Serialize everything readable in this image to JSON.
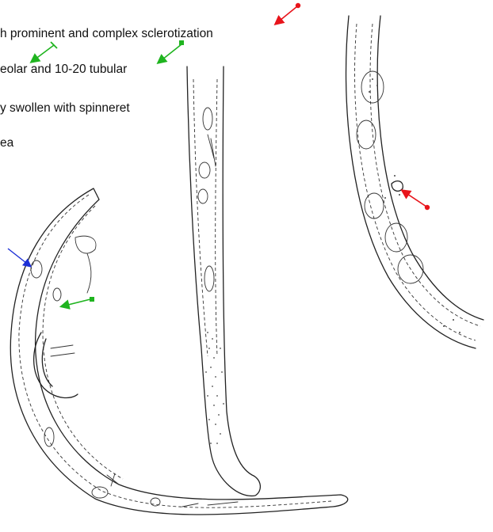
{
  "captions": [
    "h prominent and complex sclerotization",
    "eolar and 10-20 tubular",
    "y swollen with spinneret",
    "ea"
  ],
  "annotation_colors": {
    "red": "#e8141b",
    "green": "#1fb41f",
    "blue": "#1c2fd6"
  }
}
